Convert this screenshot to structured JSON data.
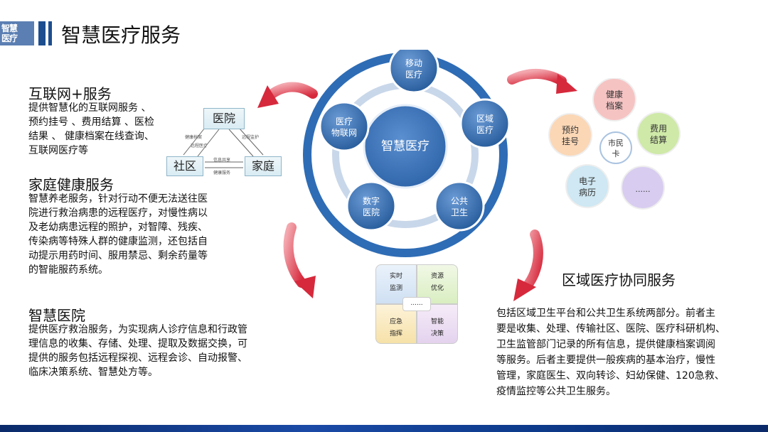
{
  "header": {
    "logo_line1": "智慧",
    "logo_line2": "医疗",
    "title": "智慧医疗服务"
  },
  "internet_service": {
    "title": "互联网+服务",
    "lines": [
      "提供智慧化的互联网服务 、",
      "预约挂号 、费用结算 、医检",
      "结果 、 健康档案在线查询、",
      "互联网医疗等"
    ]
  },
  "flow_diagram": {
    "hospital": "医院",
    "community": "社区",
    "home": "家庭",
    "label_a": "健康档案",
    "label_b": "远程医疗",
    "label_c": "远程监护",
    "label_d": "信息共享",
    "label_e": "健康服务"
  },
  "family_service": {
    "title": "家庭健康服务",
    "lines": [
      "智慧养老服务，针对行动不便无法送往医",
      "院进行救治病患的远程医疗，对慢性病以",
      "及老幼病患远程的照护，对智障、残疾、",
      "传染病等特殊人群的健康监测，还包括自",
      "动提示用药时间、服用禁忌、剩余药量等",
      "的智能服药系统。"
    ]
  },
  "smart_hospital": {
    "title": "智慧医院",
    "lines": [
      "提供医疗救治服务，为实现病人诊疗信息和行政管",
      "理信息的收集、存储、处理、提取及数据交换，可",
      "提供的服务包括远程探视、远程会诊、自动报警、",
      "临床决策系统、智慧处方等。"
    ]
  },
  "hub": {
    "center": "智慧医疗",
    "nodes": [
      {
        "l1": "移动",
        "l2": "医疗"
      },
      {
        "l1": "区域",
        "l2": "医疗"
      },
      {
        "l1": "公共",
        "l2": "卫生"
      },
      {
        "l1": "数字",
        "l2": "医院"
      },
      {
        "l1": "医疗",
        "l2": "物联网"
      }
    ]
  },
  "citizen_card": {
    "center_l1": "市民",
    "center_l2": "卡",
    "petals": [
      {
        "l1": "健康",
        "l2": "档案"
      },
      {
        "l1": "费用",
        "l2": "结算"
      },
      {
        "l1": "......",
        "l2": ""
      },
      {
        "l1": "电子",
        "l2": "病历"
      },
      {
        "l1": "预约",
        "l2": "挂号"
      }
    ]
  },
  "quad": {
    "q1_l1": "实时",
    "q1_l2": "监测",
    "q2_l1": "资源",
    "q2_l2": "优化",
    "q3_l1": "应急",
    "q3_l2": "指挥",
    "q4_l1": "智能",
    "q4_l2": "决策",
    "center": "......"
  },
  "regional_service": {
    "title": "区域医疗协同服务",
    "lines": [
      "包括区域卫生平台和公共卫生系统两部分。前者主",
      "要是收集、处理、传输社区、医院、医疗科研机构、",
      "卫生监管部门记录的所有信息，提供健康档案调阅",
      "等服务。后者主要提供一般疾病的基本治疗，慢性",
      "管理，家庭医生、双向转诊、妇幼保健、120急救、",
      "疫情监控等公共卫生服务。"
    ]
  },
  "colors": {
    "brand_blue": "#1d4e8f",
    "ring_blue": "#2e6cb5",
    "node_blue": "#3b73b9",
    "arrow_red": "#d93a4a"
  }
}
